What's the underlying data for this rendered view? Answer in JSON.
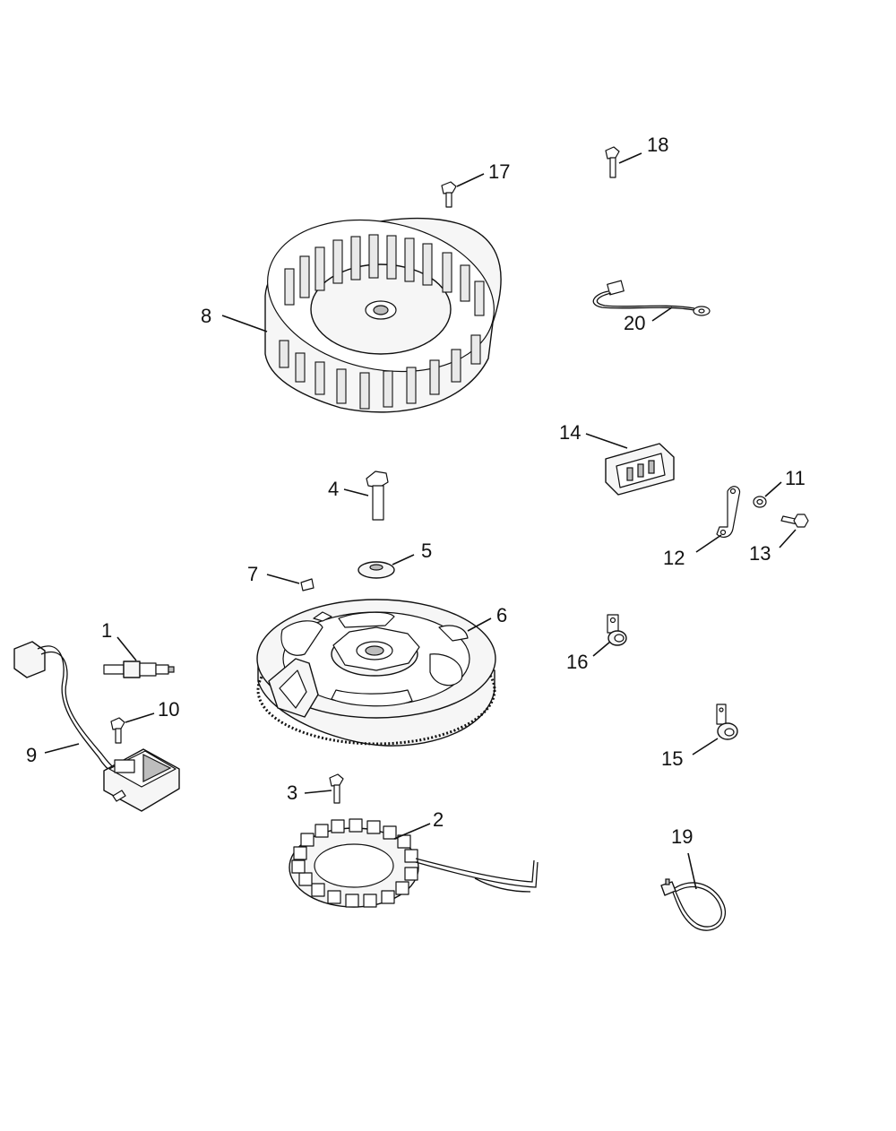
{
  "diagram": {
    "callouts": [
      "1",
      "2",
      "3",
      "4",
      "5",
      "6",
      "7",
      "8",
      "9",
      "10",
      "11",
      "12",
      "13",
      "14",
      "15",
      "16",
      "17",
      "18",
      "19",
      "20"
    ]
  },
  "icons": {
    "spark_plug": "spark-plug-icon",
    "stator": "stator-icon",
    "screw": "screw-icon",
    "flywheel_fan": "flywheel-fan-icon",
    "flywheel": "flywheel-icon",
    "ignition_module": "ignition-module-icon",
    "rectifier_regulator": "rectifier-regulator-icon",
    "wire_lead": "wire-lead-icon",
    "clamp": "clamp-icon",
    "bracket": "bracket-icon",
    "washer": "washer-icon",
    "key": "key-icon",
    "harness_loop": "harness-loop-icon"
  }
}
